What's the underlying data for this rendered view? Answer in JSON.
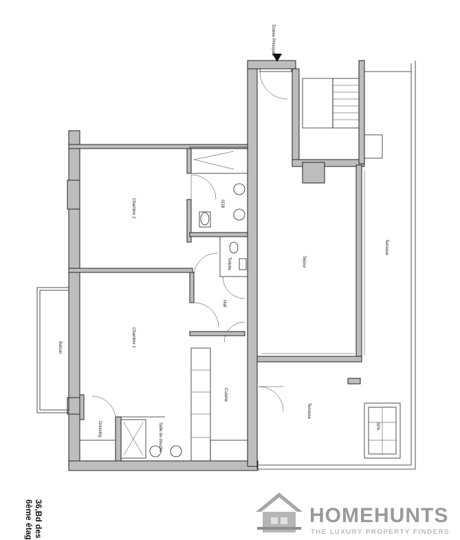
{
  "rooms": {
    "entree": "Entrée Principale",
    "chambre2": "Chambre 2",
    "sdb": "SDB",
    "toilette": "Toilette",
    "sejour": "Séjour",
    "terrasse_east": "Terrasse",
    "hall": "Hall",
    "balcon": "Balcon",
    "chambre1": "Chambre 1",
    "cuisine": "Cuisine",
    "dressing": "Dressing",
    "salle_douche": "Salle de douche",
    "terrasse_south": "Terrasse",
    "spa": "SPA"
  },
  "address": {
    "line1": "36,Bd des M",
    "line2": "6ème étage"
  },
  "logo": {
    "name": "HOMEHUNTS",
    "tagline": "THE LUXURY PROPERTY FINDERS",
    "icon": "house-logo-icon"
  },
  "colors": {
    "wall": "#222222",
    "logo": "#9a9a9a"
  }
}
